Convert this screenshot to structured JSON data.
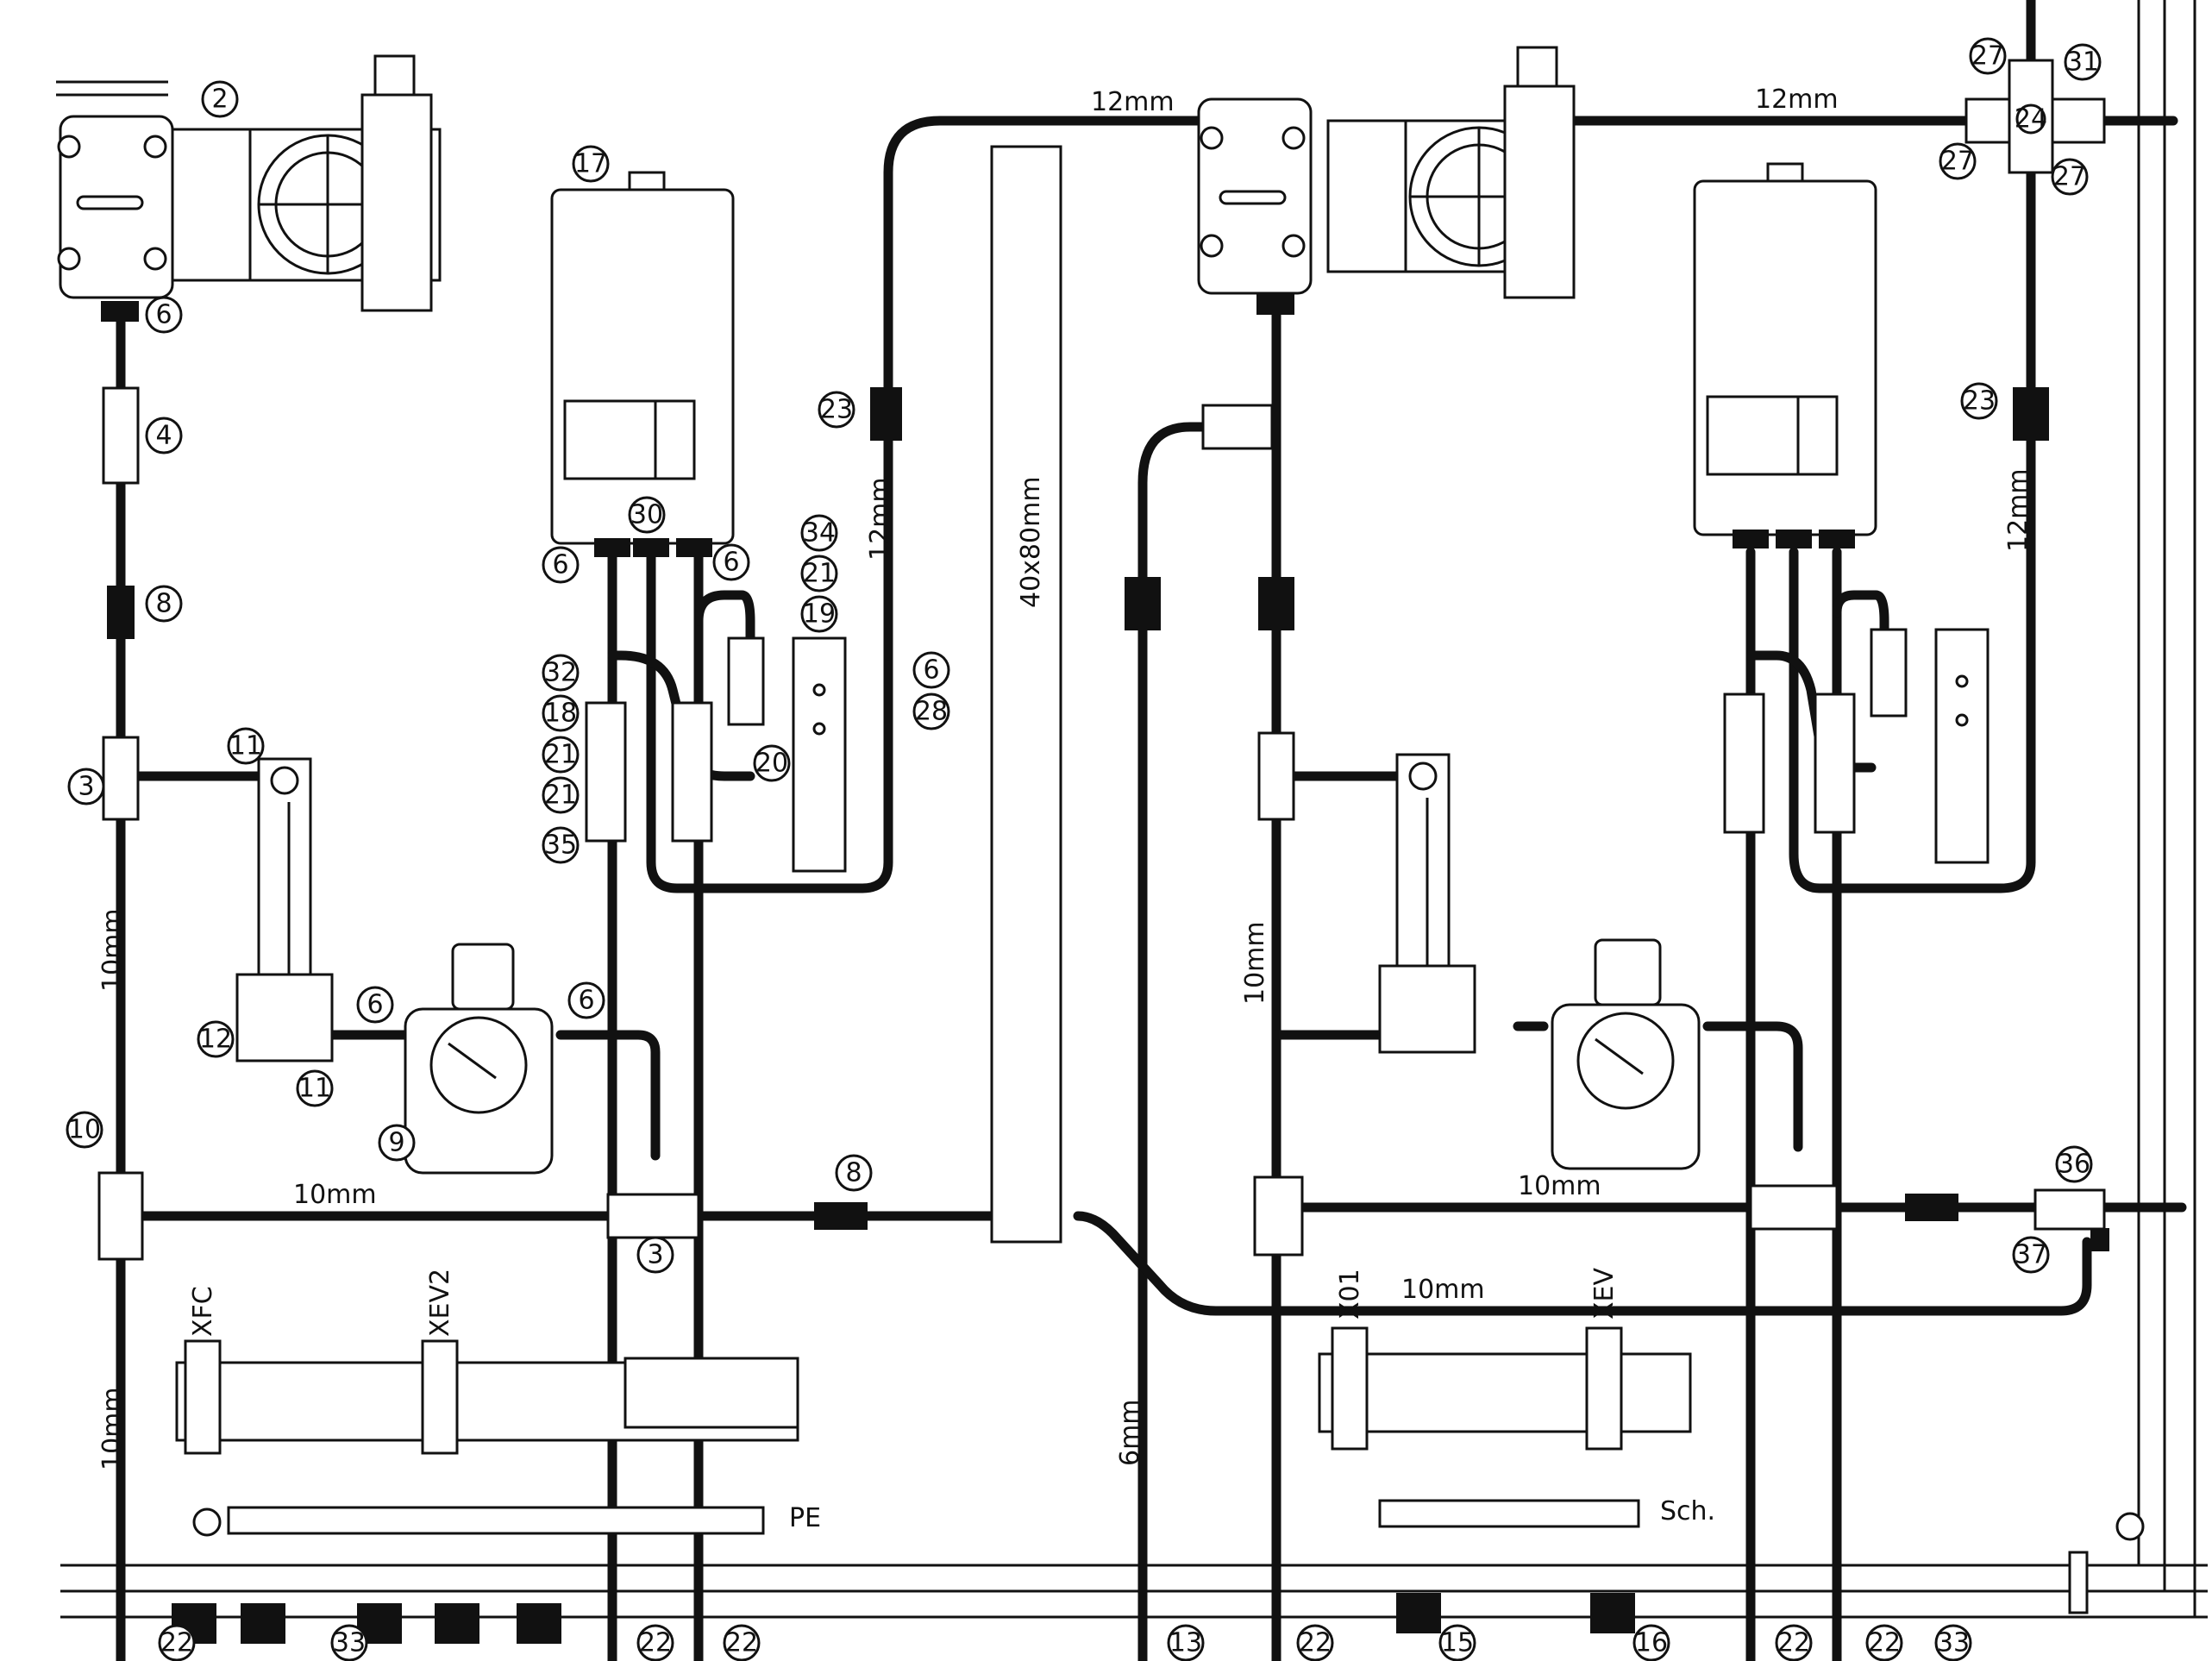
{
  "pipe_sizes": {
    "top_left": "12mm",
    "top_right": "12mm",
    "left_vertical": "10mm",
    "left_vertical_lower": "10mm",
    "left_vertical_mid": "12mm",
    "bottom_left": "10mm",
    "bottom_right_top": "10mm",
    "bottom_right_low": "10mm",
    "mid_vertical": "10mm",
    "right_vertical": "12mm",
    "thin_line": "6mm",
    "profile": "40x80mm"
  },
  "terminal_labels": {
    "xfc": "XFC",
    "xev2": "XEV2",
    "x01": "X01",
    "xev": "XEV",
    "pe": "PE",
    "sch": "Sch."
  },
  "callouts": {
    "c2": "2",
    "c6a": "6",
    "c4": "4",
    "c8a": "8",
    "c3a": "3",
    "c11a": "11",
    "c12": "12",
    "c11b": "11",
    "c6b": "6",
    "c6c": "6",
    "c9": "9",
    "c10": "10",
    "c17": "17",
    "c30": "30",
    "c6d": "6",
    "c6e": "6",
    "c34": "34",
    "c21a": "21",
    "c19": "19",
    "c32": "32",
    "c18": "18",
    "c21b": "21",
    "c21c": "21",
    "c35": "35",
    "c20": "20",
    "c6f": "6",
    "c28": "28",
    "c23a": "23",
    "c3b": "3",
    "c8b": "8",
    "c27a": "27",
    "c31": "31",
    "c24": "24",
    "c27b": "27",
    "c27c": "27",
    "c23b": "23",
    "c36": "36",
    "c37": "37",
    "c22a": "22",
    "c33a": "33",
    "c22b": "22",
    "c22c": "22",
    "c13": "13",
    "c22d": "22",
    "c15": "15",
    "c16": "16",
    "c22e": "22",
    "c22f": "22",
    "c33b": "33"
  }
}
